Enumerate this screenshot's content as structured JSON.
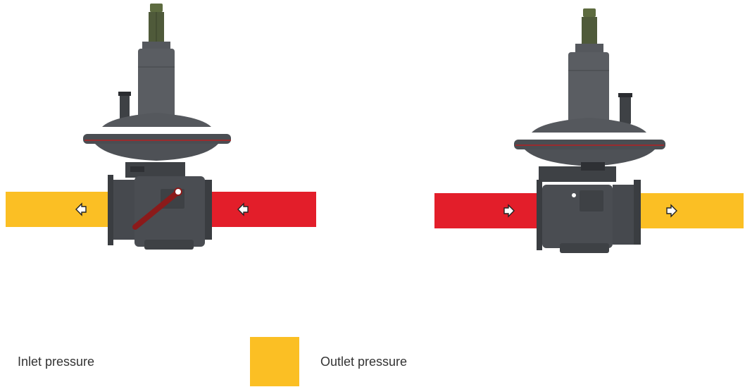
{
  "colors": {
    "inlet": "#e31e2a",
    "outlet": "#fbbf24",
    "valve_body": "#4a4d52",
    "valve_dark": "#2e3034",
    "valve_light": "#6b6f74",
    "spring_green": "#4f5a3a",
    "lever": "#8b1a1a",
    "red_stripe": "#b22222"
  },
  "left_diagram": {
    "outlet_flow_direction": "left",
    "inlet_flow_direction": "left",
    "lever_icon": "lever-arm-icon"
  },
  "right_diagram": {
    "inlet_flow_direction": "right",
    "outlet_flow_direction": "right"
  },
  "legend": {
    "inlet_label": "Inlet pressure",
    "outlet_label": "Outlet pressure"
  }
}
